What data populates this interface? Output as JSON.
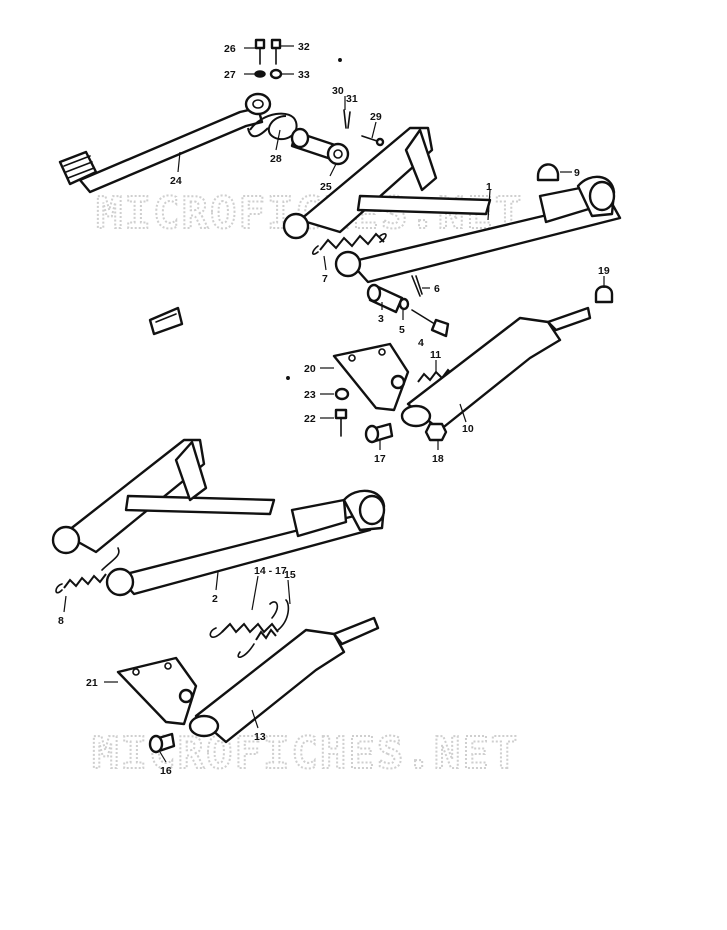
{
  "watermark": {
    "text": "MICROFICHES.NET",
    "color": "#cfcfcf"
  },
  "callouts": [
    {
      "id": "c26",
      "label": "26"
    },
    {
      "id": "c32",
      "label": "32"
    },
    {
      "id": "c27",
      "label": "27"
    },
    {
      "id": "c33",
      "label": "33"
    },
    {
      "id": "c30",
      "label": "30"
    },
    {
      "id": "c31",
      "label": "31"
    },
    {
      "id": "c29",
      "label": "29"
    },
    {
      "id": "c28",
      "label": "28"
    },
    {
      "id": "c24",
      "label": "24"
    },
    {
      "id": "c25",
      "label": "25"
    },
    {
      "id": "c9",
      "label": "9"
    },
    {
      "id": "c1",
      "label": "1"
    },
    {
      "id": "c7",
      "label": "7"
    },
    {
      "id": "c6",
      "label": "6"
    },
    {
      "id": "c3",
      "label": "3"
    },
    {
      "id": "c5",
      "label": "5"
    },
    {
      "id": "c4",
      "label": "4"
    },
    {
      "id": "c19",
      "label": "19"
    },
    {
      "id": "c20",
      "label": "20"
    },
    {
      "id": "c11",
      "label": "11"
    },
    {
      "id": "c23",
      "label": "23"
    },
    {
      "id": "c22",
      "label": "22"
    },
    {
      "id": "c10",
      "label": "10"
    },
    {
      "id": "c17",
      "label": "17"
    },
    {
      "id": "c18",
      "label": "18"
    },
    {
      "id": "c2",
      "label": "2"
    },
    {
      "id": "c8",
      "label": "8"
    },
    {
      "id": "c14",
      "label": "14 - 17"
    },
    {
      "id": "c15",
      "label": "15"
    },
    {
      "id": "c21",
      "label": "21"
    },
    {
      "id": "c13",
      "label": "13"
    },
    {
      "id": "c16",
      "label": "16"
    }
  ]
}
